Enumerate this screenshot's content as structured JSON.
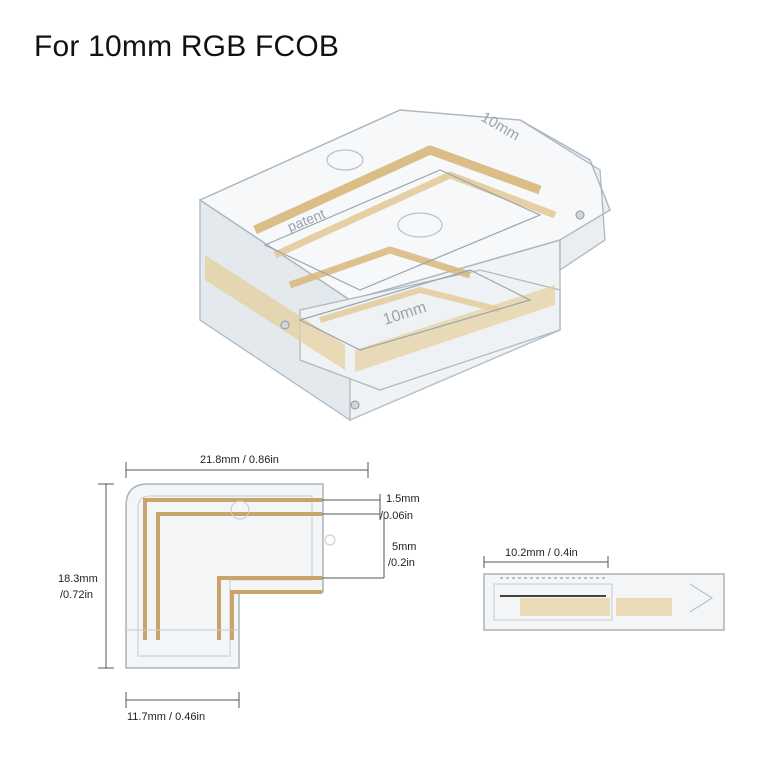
{
  "title": "For 10mm RGB FCOB",
  "product": {
    "engraving_patent": "patent",
    "engraving_size": "10mm",
    "colors": {
      "clear": "#eef1f3",
      "edge": "#c9d0d6",
      "copper": "#d8b77a",
      "pad": "#e6cf9d"
    }
  },
  "dimensions": {
    "width_total": "21.8mm / 0.86in",
    "pin_pitch_mm": "1.5mm",
    "pin_pitch_in": "/0.06in",
    "gap_mm": "5mm",
    "gap_in": "/0.2in",
    "height_mm": "18.3mm",
    "height_in": "/0.72in",
    "width_inner": "11.7mm / 0.46in",
    "side_width": "10.2mm / 0.4in"
  }
}
